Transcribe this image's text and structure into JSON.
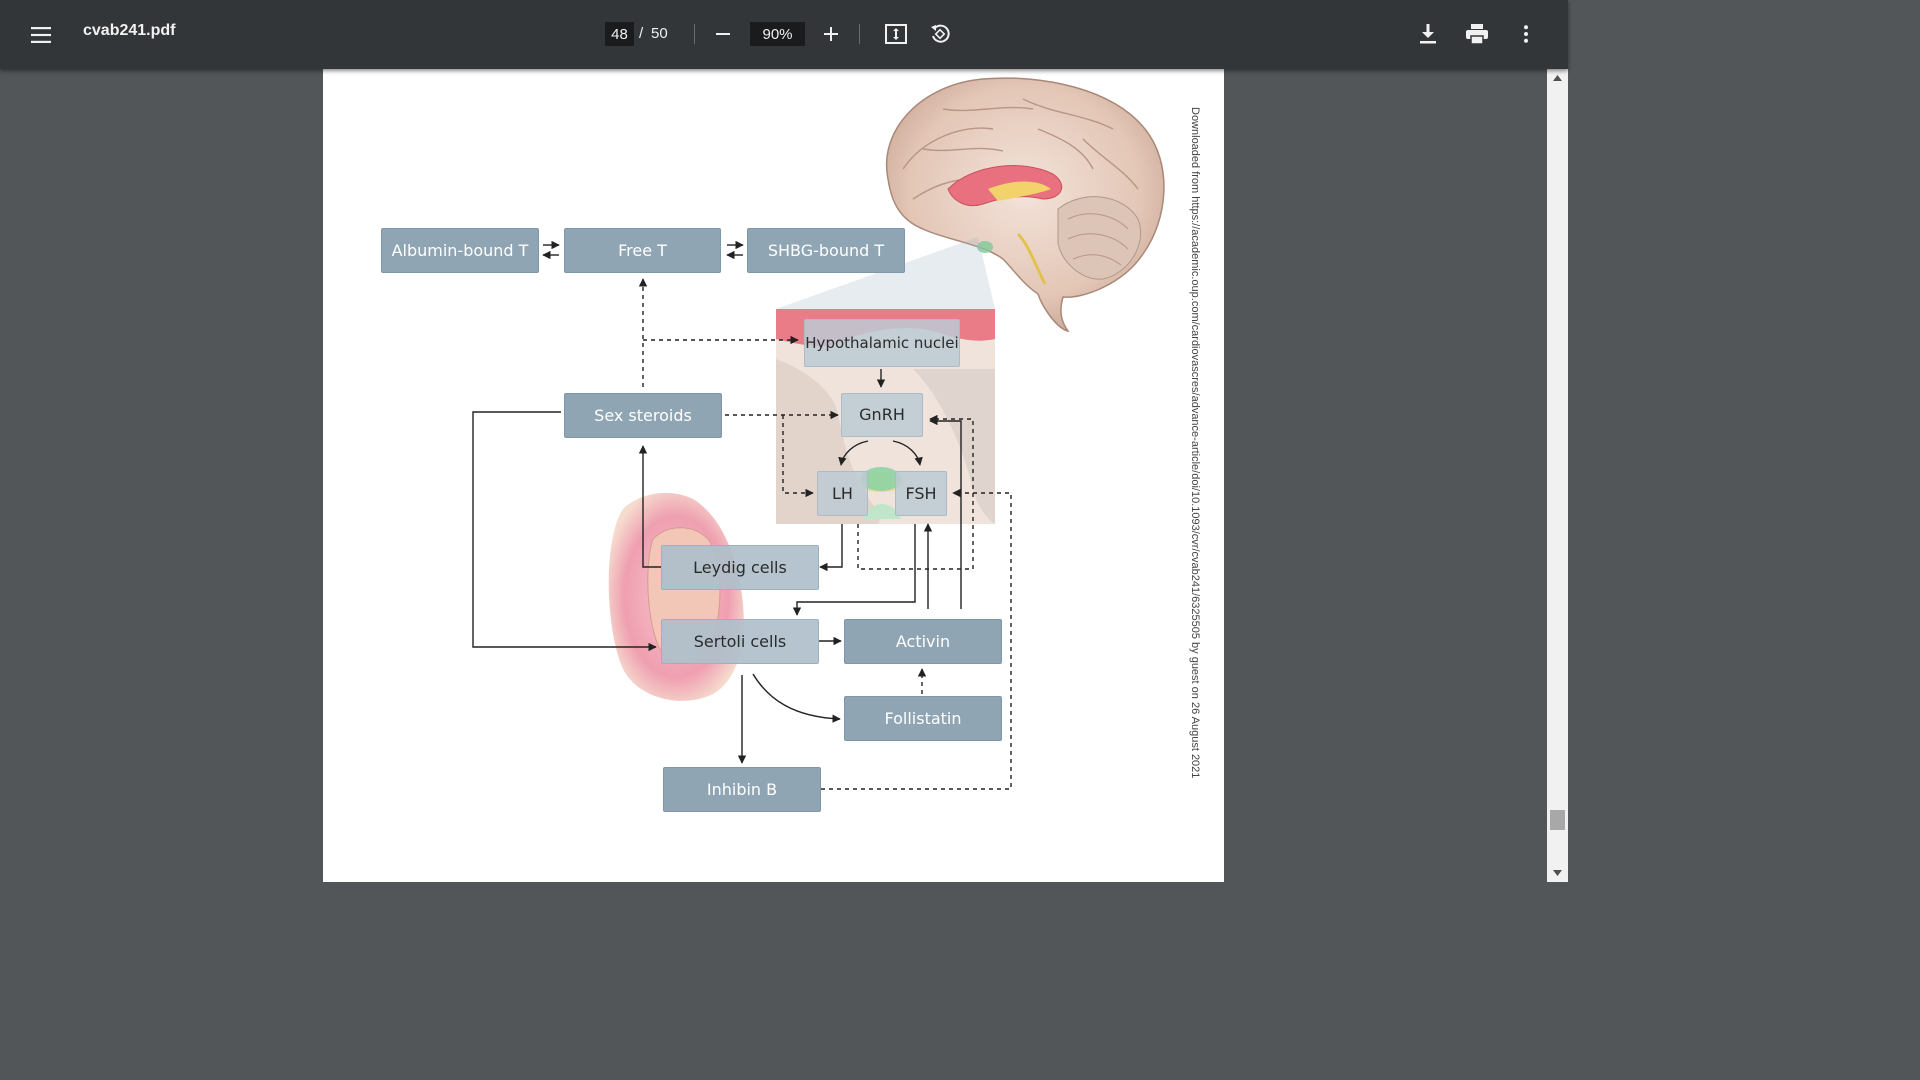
{
  "toolbar": {
    "menu_icon": "hamburger-menu-icon",
    "title": "cvab241.pdf",
    "page_current": "48",
    "page_separator": "/",
    "page_total": "50",
    "zoom_out_icon": "minus-icon",
    "zoom_value": "90%",
    "zoom_in_icon": "plus-icon",
    "fit_icon": "fit-to-page-icon",
    "rotate_icon": "rotate-counterclockwise-icon",
    "download_icon": "download-icon",
    "print_icon": "print-icon",
    "more_icon": "more-vertical-icon"
  },
  "figure": {
    "boxes": {
      "albumin": "Albumin-bound T",
      "free_t": "Free T",
      "shbg": "SHBG-bound T",
      "hypothalamic": "Hypothalamic nuclei",
      "gnrh": "GnRH",
      "sex_steroids": "Sex steroids",
      "lh": "LH",
      "fsh": "FSH",
      "leydig": "Leydig cells",
      "sertoli": "Sertoli cells",
      "activin": "Activin",
      "follistatin": "Follistatin",
      "inhibin": "Inhibin B"
    },
    "side_note": "Downloaded from https://academic.oup.com/cardiovascres/advance-article/doi/10.1093/cvr/cvab241/6325505 by guest on 26 August 2021"
  },
  "colors": {
    "toolbar_bg": "#323639",
    "viewer_bg": "#525659",
    "box_fill": "#8fa5b3",
    "box_light_fill": "#bccad3"
  }
}
